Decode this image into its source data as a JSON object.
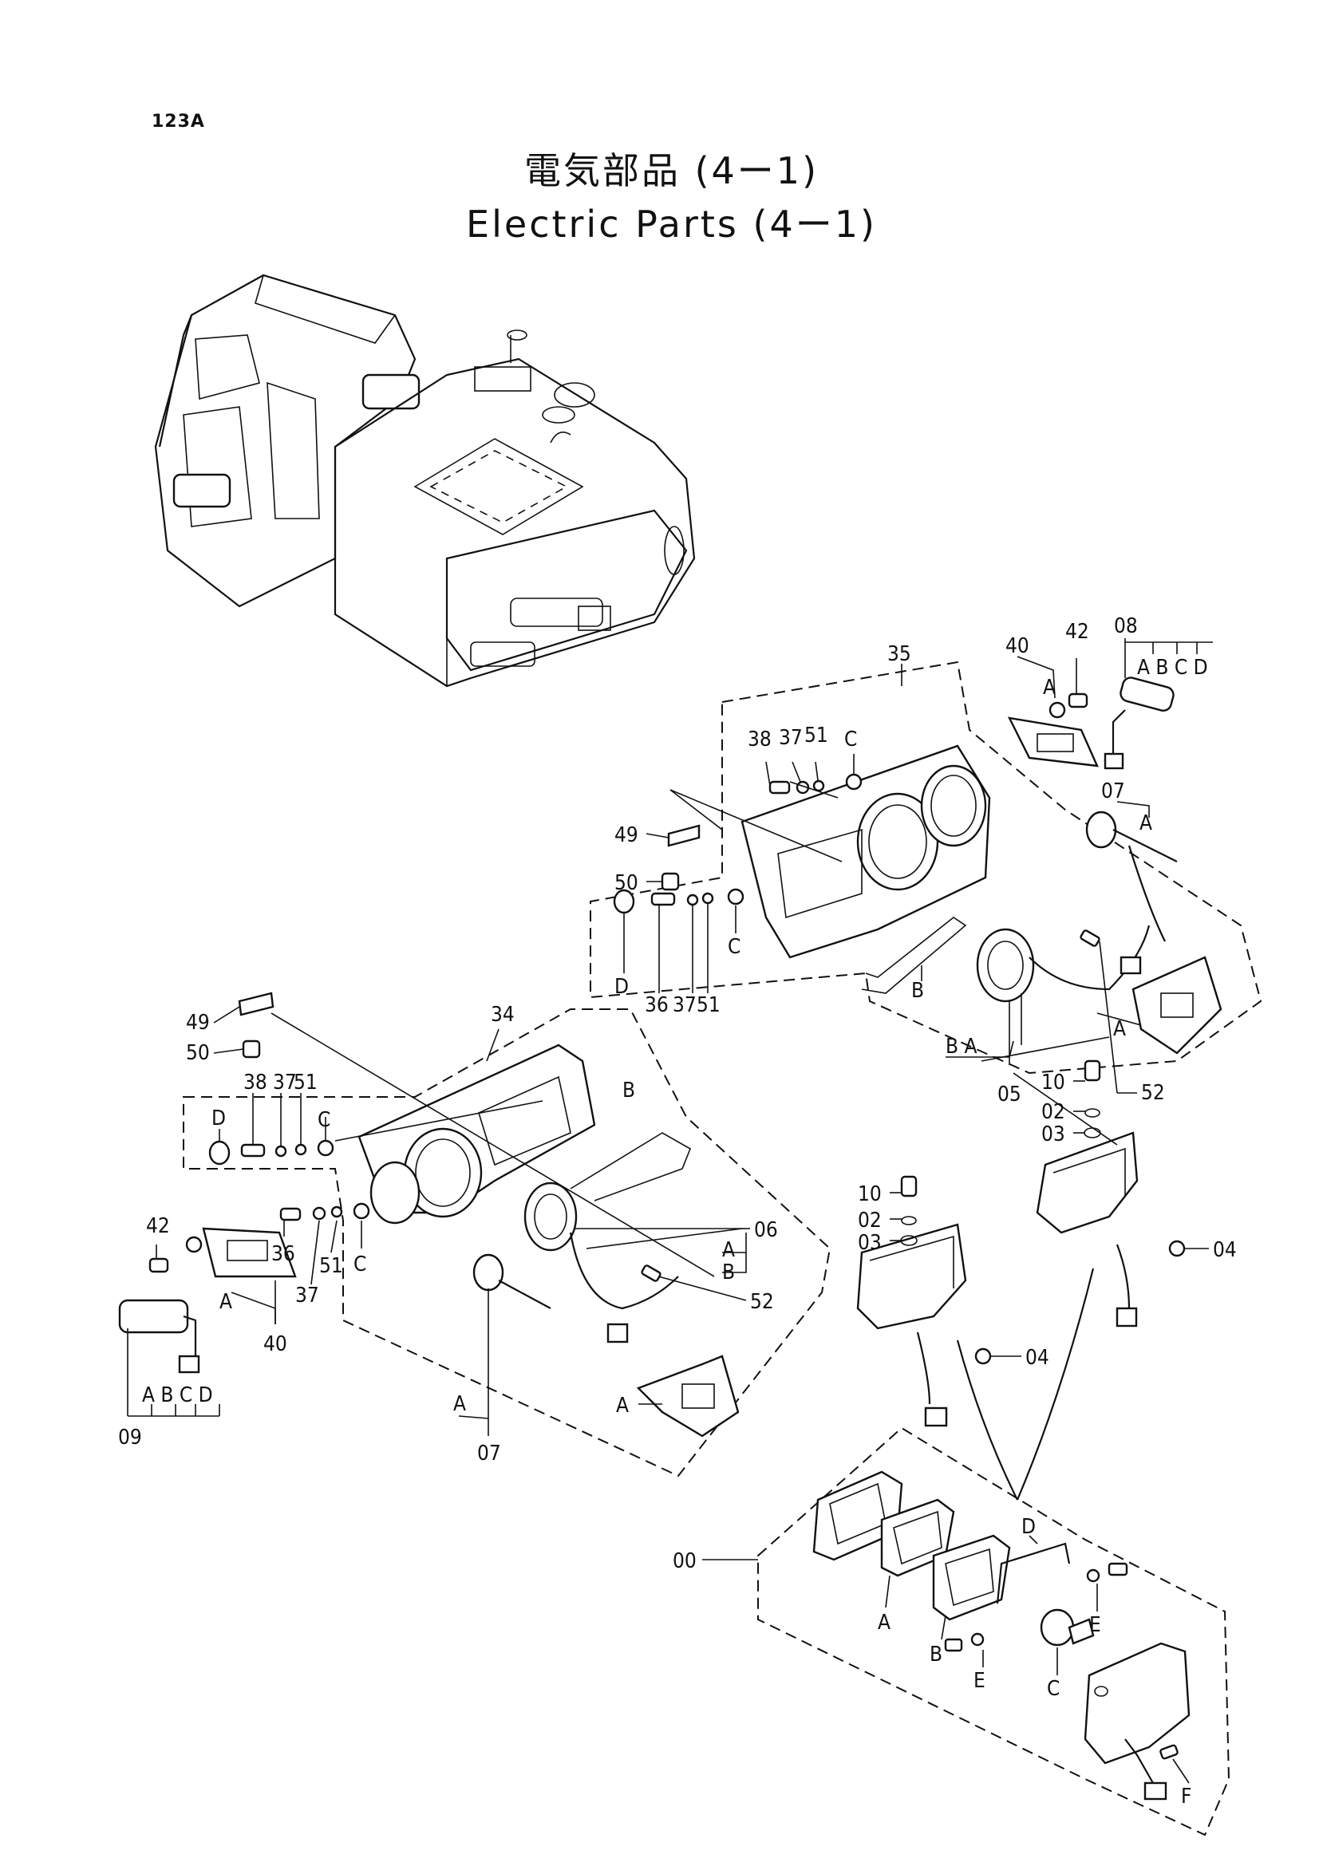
{
  "page_id": "123A",
  "title_ja": "電気部品 (4ー1)",
  "title_en": "Electric Parts (4ー1)",
  "callouts": {
    "c00": "00",
    "c04a": "04",
    "c04b": "04",
    "c05": "05",
    "c06": "06",
    "c07a": "07",
    "c07b": "07",
    "c08": "08",
    "c09": "09",
    "c10a": "10",
    "c10b": "10",
    "c02a": "02",
    "c02b": "02",
    "c03a": "03",
    "c03b": "03",
    "c34": "34",
    "c35": "35",
    "c36a": "36",
    "c36b": "36",
    "c37a": "37",
    "c37b": "37",
    "c37c": "37",
    "c38a": "38",
    "c38b": "38",
    "c40a": "40",
    "c40b": "40",
    "c42a": "42",
    "c42b": "42",
    "c49a": "49",
    "c49b": "49",
    "c50a": "50",
    "c50b": "50",
    "c51a": "51",
    "c51b": "51",
    "c51c": "51",
    "c51d": "51",
    "c52a": "52",
    "c52b": "52"
  },
  "letters": {
    "A": "A",
    "B": "B",
    "C": "C",
    "D": "D",
    "E": "E",
    "F": "F",
    "ABCD": "A B C D"
  }
}
